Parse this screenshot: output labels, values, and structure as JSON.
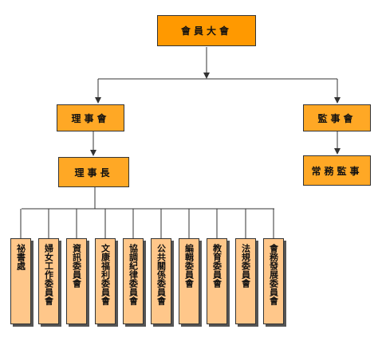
{
  "colors": {
    "top": "#ff9900",
    "middle": "#ffa825",
    "leaf": "#ffc78a",
    "line": "#333333"
  },
  "general_assembly": "會員大會",
  "board": "理事會",
  "supervisors": "監事會",
  "chairman": "理事長",
  "standing_supervisor": "常務監事",
  "committees": [
    "祕書處",
    "婦女工作委員會",
    "資訊委員會",
    "文康福利委員會",
    "協調紀律委員會",
    "公共關係委員會",
    "編輯委員會",
    "教育委員會",
    "法規委員會",
    "會務發展委員會"
  ]
}
